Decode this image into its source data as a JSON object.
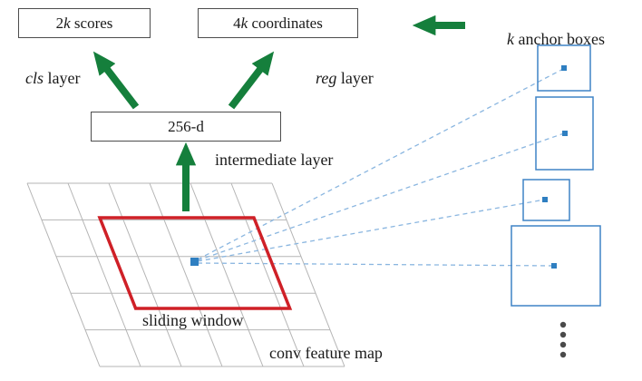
{
  "labels": {
    "scores": {
      "prefix": "2",
      "k": "k",
      "suffix": " scores"
    },
    "coordinates": {
      "prefix": "4",
      "k": "k",
      "suffix": " coordinates"
    },
    "cls_layer": {
      "italic": "cls",
      "rest": " layer"
    },
    "reg_layer": {
      "italic": "reg",
      "rest": " layer"
    },
    "intermediate_box": "256-d",
    "intermediate_layer": "intermediate layer",
    "anchor_boxes": {
      "italic": "k",
      "rest": " anchor boxes"
    },
    "sliding_window": "sliding window",
    "conv_feature_map": "conv feature map"
  },
  "colors": {
    "arrow_green": "#157f3c",
    "window_red": "#cf2027",
    "anchor_blue": "#3f83c6",
    "dashed_blue": "#8ab6e0",
    "grid_gray": "#b5b5b5",
    "box_border": "#4d4d4d",
    "ellipsis_gray": "#4a4a4a"
  }
}
